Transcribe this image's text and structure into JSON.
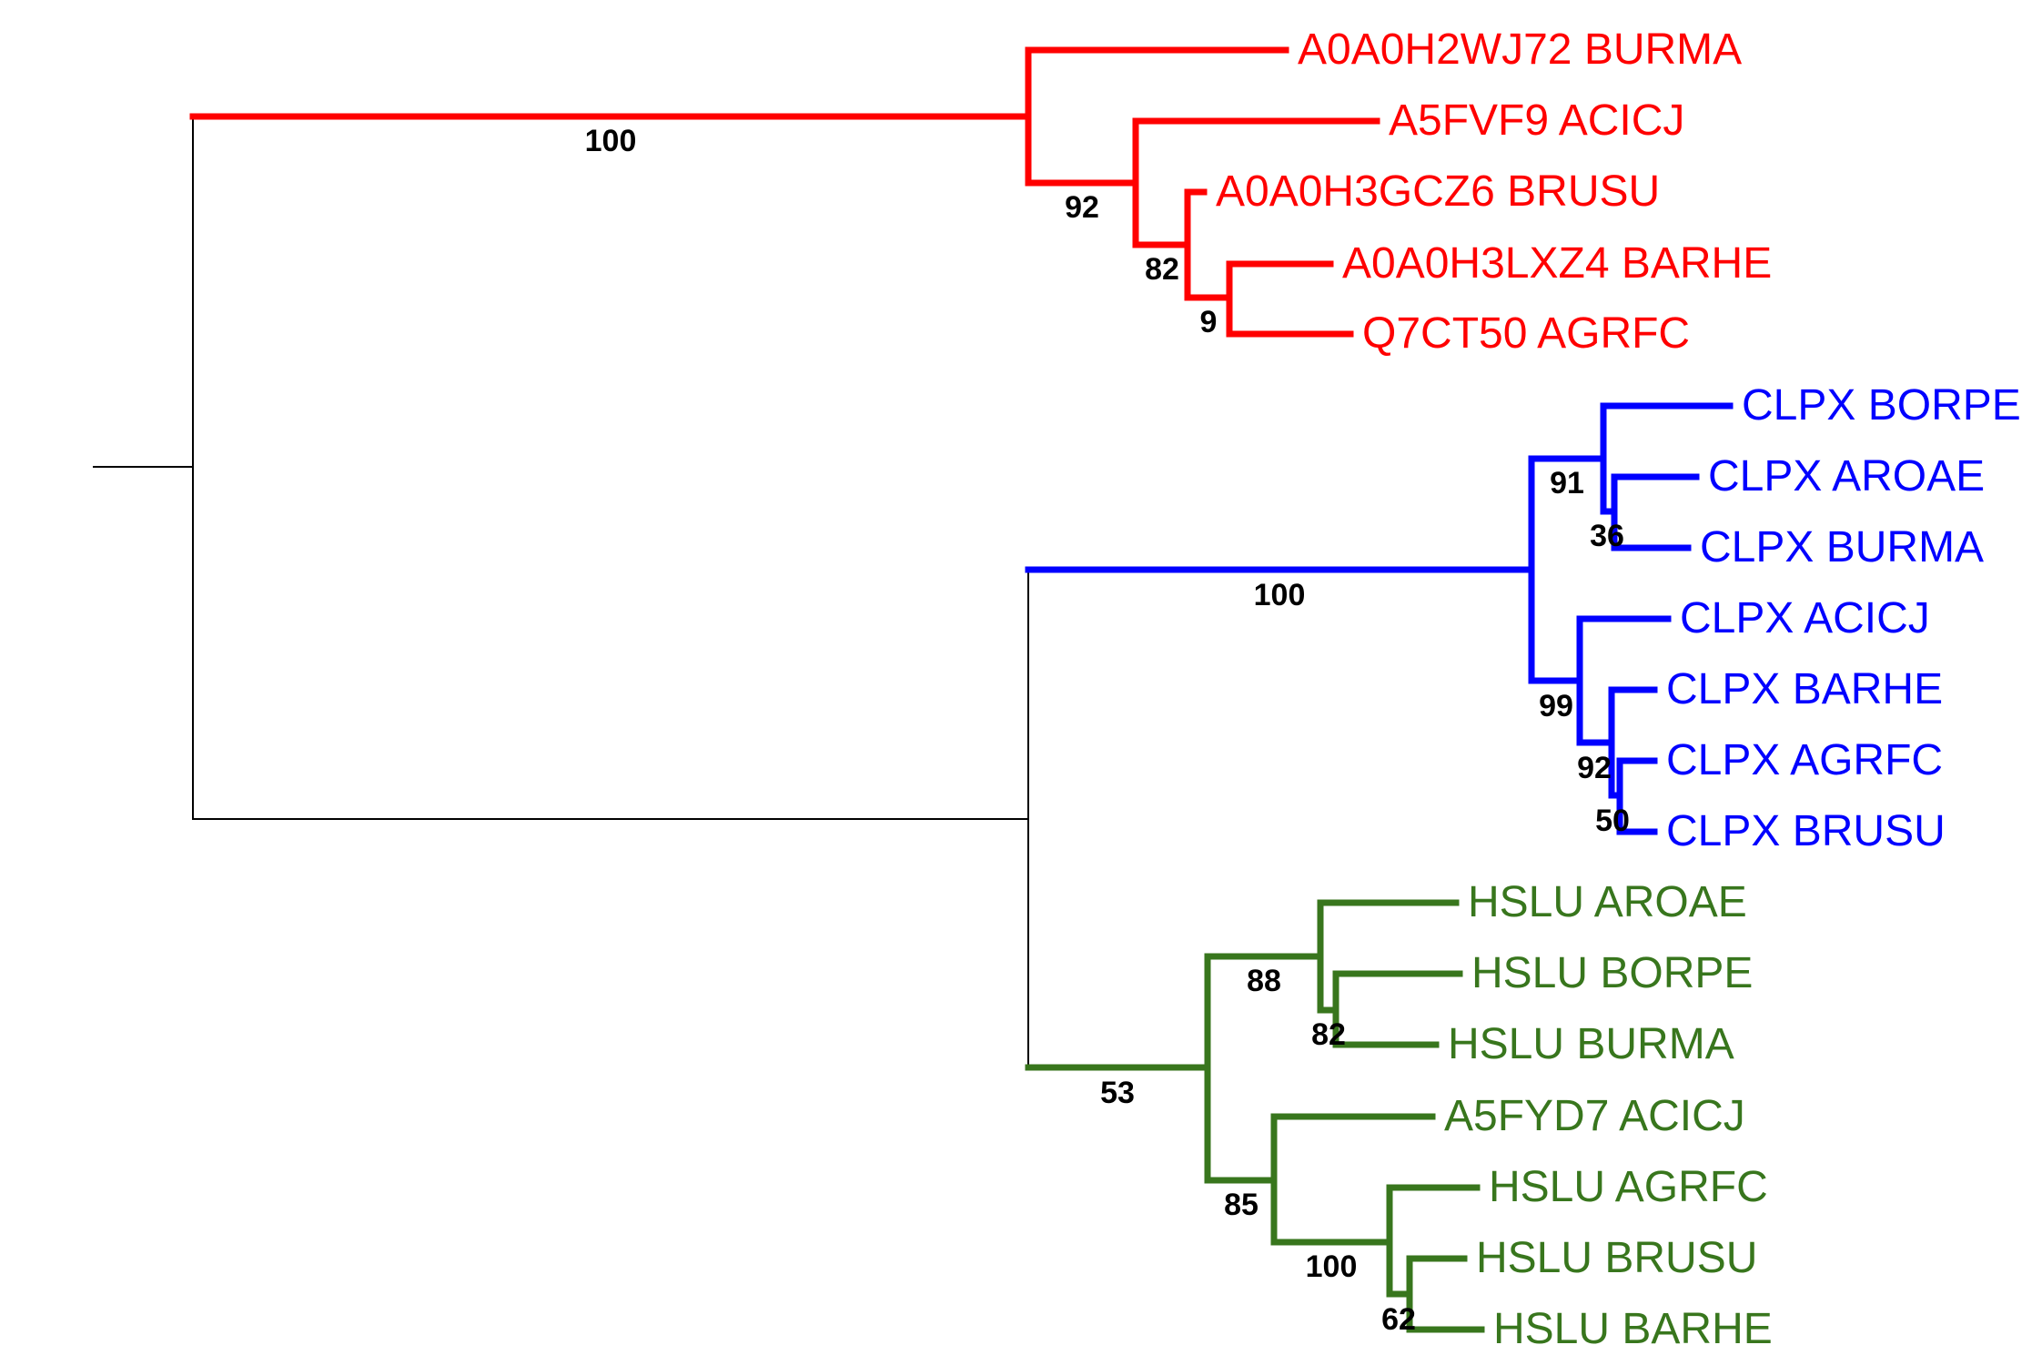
{
  "colors": {
    "red_clade": "#ff0000",
    "blue_clade": "#0000ff",
    "green_clade": "#38761d",
    "backbone": "#000000",
    "support_text": "#000000",
    "background": "#ffffff"
  },
  "tree": {
    "clades": [
      {
        "name": "red",
        "leaves": [
          "A0A0H2WJ72 BURMA",
          "A5FVF9 ACICJ",
          "A0A0H3GCZ6 BRUSU",
          "A0A0H3LXZ4 BARHE",
          "Q7CT50 AGRFC"
        ],
        "support": [
          "100",
          "92",
          "82",
          "9"
        ]
      },
      {
        "name": "blue",
        "leaves": [
          "CLPX BORPE",
          "CLPX AROAE",
          "CLPX BURMA",
          "CLPX ACICJ",
          "CLPX BARHE",
          "CLPX AGRFC",
          "CLPX BRUSU"
        ],
        "support": [
          "100",
          "91",
          "36",
          "99",
          "92",
          "50"
        ]
      },
      {
        "name": "green",
        "leaves": [
          "HSLU AROAE",
          "HSLU BORPE",
          "HSLU BURMA",
          "A5FYD7 ACICJ",
          "HSLU AGRFC",
          "HSLU BRUSU",
          "HSLU BARHE"
        ],
        "support": [
          "53",
          "88",
          "82",
          "85",
          "100",
          "62"
        ]
      }
    ]
  }
}
